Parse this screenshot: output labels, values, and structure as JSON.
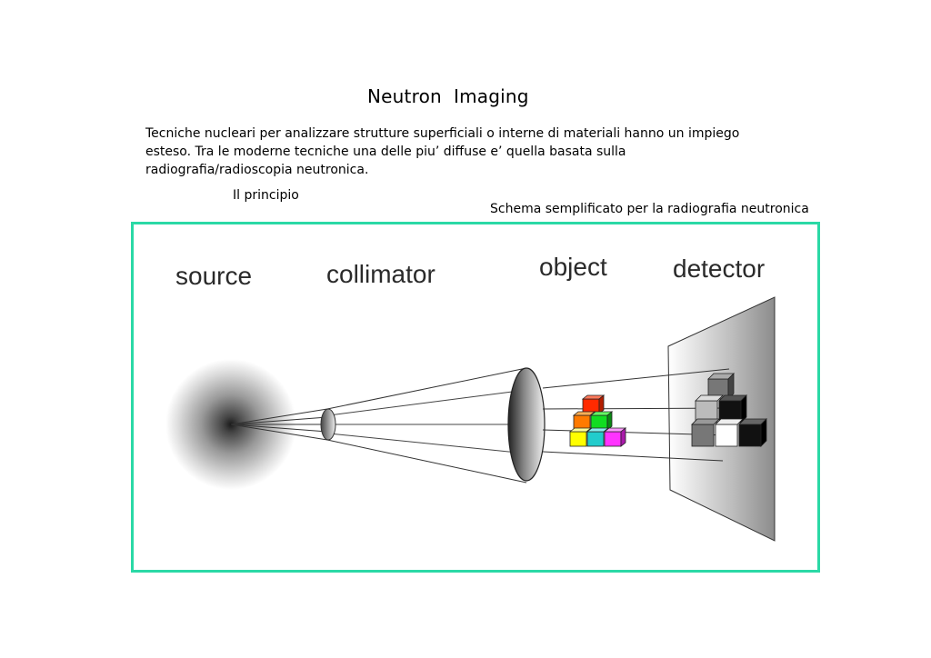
{
  "page": {
    "title": "Neutron  Imaging",
    "intro": "Tecniche nucleari per analizzare  strutture superficiali o interne di materiali hanno un impiego esteso. Tra le moderne tecniche una delle piu’ diffuse e’ quella basata sulla radiografia/radioscopia neutronica.",
    "principle_label": "Il principio",
    "diagram_caption": "Schema semplificato per la radiografia neutronica"
  },
  "diagram": {
    "labels": {
      "source": "source",
      "collimator": "collimator",
      "object": "object",
      "detector": "detector"
    },
    "colors": {
      "frame": "#2bd9a6",
      "cube_red": "#ff2a00",
      "cube_orange": "#ff7a00",
      "cube_green": "#11dd22",
      "cube_yellow": "#ffff00",
      "cube_cyan": "#22cccc",
      "cube_magenta": "#ff33ff"
    }
  }
}
